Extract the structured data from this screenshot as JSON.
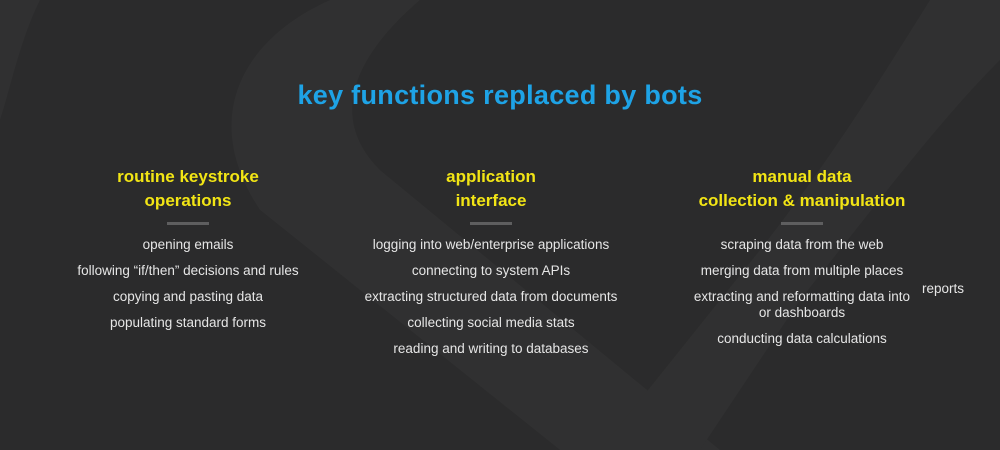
{
  "title": "key functions replaced by bots",
  "columns": [
    {
      "heading_line1": "routine keystroke",
      "heading_line2": "operations",
      "items": [
        "opening emails",
        "following “if/then” decisions and rules",
        "copying and pasting data",
        "populating standard forms"
      ]
    },
    {
      "heading_line1": "application",
      "heading_line2": "interface",
      "items": [
        "logging into web/enterprise applications",
        "connecting to system APIs",
        "extracting structured data from documents",
        "collecting social media stats",
        "reading and writing to databases"
      ]
    },
    {
      "heading_line1": "manual data",
      "heading_line2": "collection & manipulation",
      "items": [
        "scraping data from the web",
        "merging data from multiple places",
        "extracting and reformatting data into",
        "conducting data calculations"
      ],
      "wrap_item_line2": "or dashboards",
      "wrap_item_suffix": "reports"
    }
  ],
  "colors": {
    "background": "#2b2b2c",
    "title": "#1ea3e6",
    "heading": "#f2e515",
    "text": "#e6e6e6"
  }
}
